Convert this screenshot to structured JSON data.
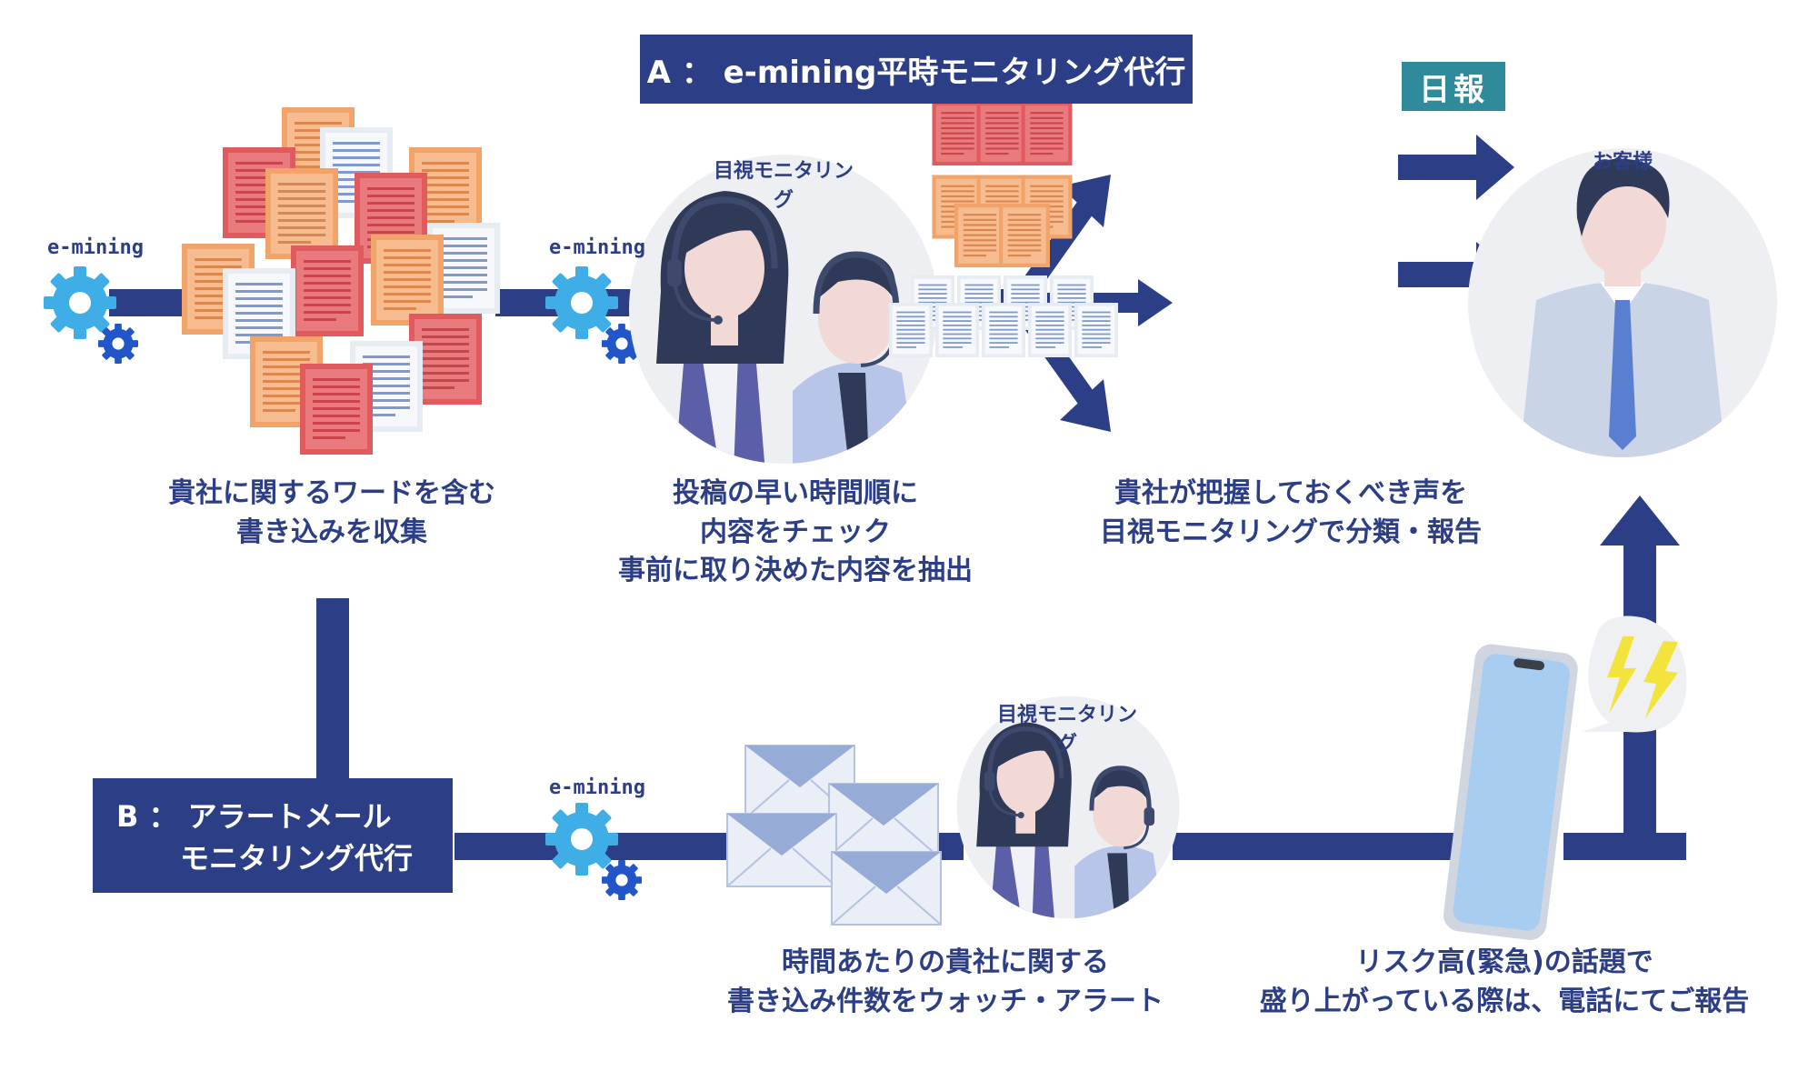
{
  "colors": {
    "navy": "#2c3f86",
    "teal_badge": "#2f8a9b",
    "gear_light": "#40aee6",
    "gear_dark": "#2256c8",
    "doc_red": "#e05a5e",
    "doc_orange": "#f2a36a",
    "doc_white_lines": "#7f9ad0",
    "envelope": "#96abd6",
    "phone_screen": "#a8cdf0",
    "lightning": "#f2e43c"
  },
  "section_a": {
    "title": "A ： e-mining平時モニタリング代行"
  },
  "section_b": {
    "title_line1": "B ： アラートメール",
    "title_line2": "モニタリング代行"
  },
  "badge_daily": "日報",
  "labels": {
    "eming_1": "e-mining",
    "eming_2": "e-mining",
    "eming_3": "e-mining",
    "monitoring_a": "目視モニタリング",
    "monitoring_b": "目視モニタリング",
    "customer": "お客様"
  },
  "texts": {
    "collect_line1": "貴社に関するワードを含む",
    "collect_line2": "書き込みを収集",
    "check_line1": "投稿の早い時間順に",
    "check_line2": "内容をチェック",
    "check_line3": "事前に取り決めた内容を抽出",
    "classify_line1": "貴社が把握しておくべき声を",
    "classify_line2": "目視モニタリングで分類・報告",
    "alert_line1": "時間あたりの貴社に関する",
    "alert_line2": "書き込み件数をウォッチ・アラート",
    "risk_line1": "リスク高(緊急)の話題で",
    "risk_line2": "盛り上がっている際は、電話にてご報告"
  },
  "icons": [
    "gear-icon",
    "document-icon",
    "operator-icon",
    "arrow-icon",
    "customer-icon",
    "envelope-icon",
    "smartphone-icon",
    "lightning-icon"
  ]
}
